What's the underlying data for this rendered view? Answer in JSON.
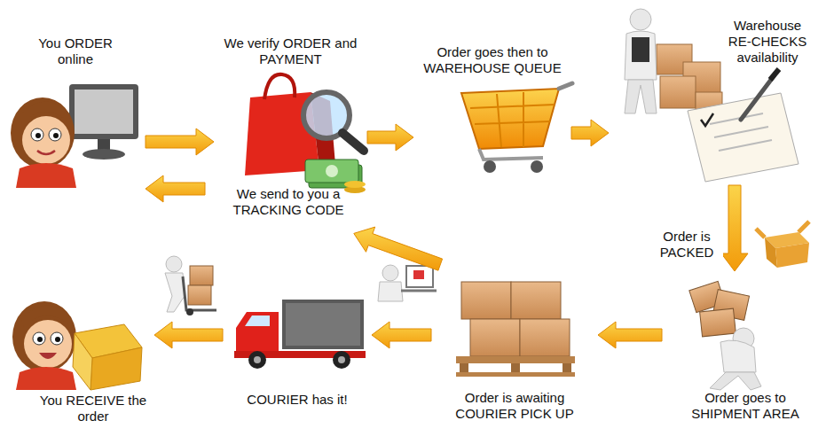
{
  "diagram": {
    "nodes": [
      {
        "text": [
          "You ORDER online"
        ]
      },
      {
        "text": [
          "We verify ORDER and PAYMENT"
        ]
      },
      {
        "text": [
          "Order goes then to WAREHOUSE QUEUE"
        ]
      },
      {
        "text": [
          "Warehouse RE-CHECKS availability"
        ]
      },
      {
        "text": [
          "Order goes to SHIPMENT AREA"
        ]
      },
      {
        "text": [
          "Order is awaiting COURIER PICK UP"
        ]
      },
      {
        "text": [
          "COURIER has it!"
        ]
      },
      {
        "text": [
          "You RECEIVE the order"
        ]
      },
      {
        "text": [
          "We send to you a TRACKING CODE"
        ]
      }
    ],
    "edges": [
      {
        "from": 0,
        "to": 1,
        "arrow": "to"
      },
      {
        "from": 1,
        "to": 2,
        "arrow": "to"
      },
      {
        "from": 2,
        "to": 3,
        "arrow": "to"
      },
      {
        "from": 3,
        "to": 4,
        "label": "Order is PACKED",
        "arrow": "to"
      },
      {
        "from": 4,
        "to": 5,
        "arrow": "to"
      },
      {
        "from": 5,
        "to": 6,
        "arrow": "to"
      },
      {
        "from": 6,
        "to": 7,
        "arrow": "to"
      },
      {
        "from": 5,
        "to": 8,
        "arrow": "to"
      },
      {
        "from": 8,
        "to": 0,
        "arrow": "to"
      }
    ]
  }
}
